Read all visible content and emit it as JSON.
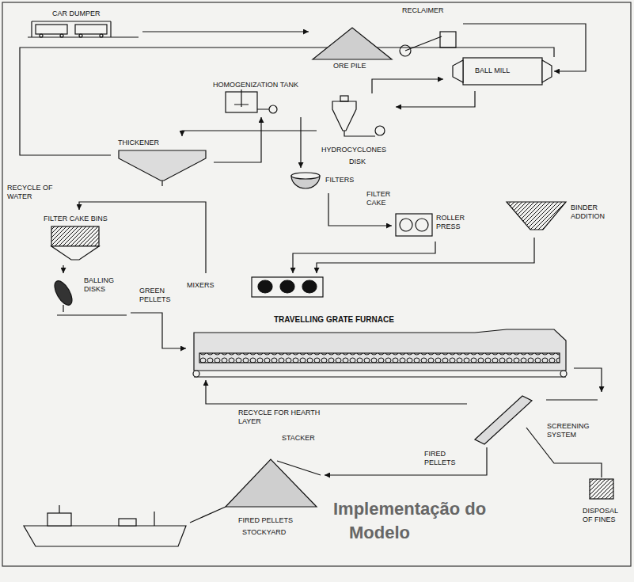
{
  "diagram": {
    "nodes": [
      {
        "text": [
          "CAR DUMPER"
        ]
      },
      {
        "text": [
          "RECLAIMER"
        ]
      },
      {
        "text": [
          "ORE PILE"
        ]
      },
      {
        "text": [
          "BALL MILL"
        ]
      },
      {
        "text": [
          "HYDROCYCLONES"
        ]
      },
      {
        "text": [
          "HOMOGENIZATION TANK"
        ]
      },
      {
        "text": [
          "THICKENER"
        ]
      },
      {
        "text": [
          "FILTERS"
        ]
      },
      {
        "text": [
          "ROLLER PRESS"
        ]
      },
      {
        "text": [
          "BINDER ADDITION"
        ]
      },
      {
        "text": [
          "MIXERS"
        ]
      },
      {
        "text": [
          "FILTER CAKE BINS"
        ]
      },
      {
        "text": [
          "BALLING DISKS"
        ]
      },
      {
        "text": [
          "TRAVELLING GRATE FURNACE"
        ]
      },
      {
        "text": [
          "SCREENING SYSTEM"
        ]
      },
      {
        "text": [
          "FIRED PELLETS",
          "STOCKYARD"
        ]
      }
    ],
    "edges": [
      {
        "from": 0,
        "to": 2,
        "arrow": "to"
      },
      {
        "from": 1,
        "to": 3,
        "arrow": "to"
      },
      {
        "from": 3,
        "to": 4,
        "arrow": "to"
      },
      {
        "from": 4,
        "to": 3,
        "arrow": "to"
      },
      {
        "from": 4,
        "to": 6,
        "arrow": "to"
      },
      {
        "from": 6,
        "to": 5,
        "arrow": "to"
      },
      {
        "from": 5,
        "to": 7,
        "arrow": "to"
      },
      {
        "from": 7,
        "to": 8,
        "arrow": "to"
      },
      {
        "from": 8,
        "to": 10,
        "arrow": "to"
      },
      {
        "from": 9,
        "to": 10,
        "arrow": "to"
      },
      {
        "from": 10,
        "to": 11,
        "arrow": "to"
      },
      {
        "from": 11,
        "to": 12,
        "arrow": "to"
      },
      {
        "from": 12,
        "to": 13,
        "arrow": "to"
      },
      {
        "from": 13,
        "to": 14,
        "arrow": "to"
      },
      {
        "from": 14,
        "to": 15,
        "arrow": "to"
      },
      {
        "from": 14,
        "to": 13,
        "arrow": "to"
      }
    ],
    "labels": [
      "RECYCLE OF WATER",
      "DISK",
      "FILTER CAKE",
      "GREEN PELLETS",
      "RECYCLE FOR HEARTH LAYER",
      "FIRED PELLETS",
      "STACKER",
      "DISPOSAL OF FINES",
      "Implementação do",
      "Modelo"
    ]
  }
}
